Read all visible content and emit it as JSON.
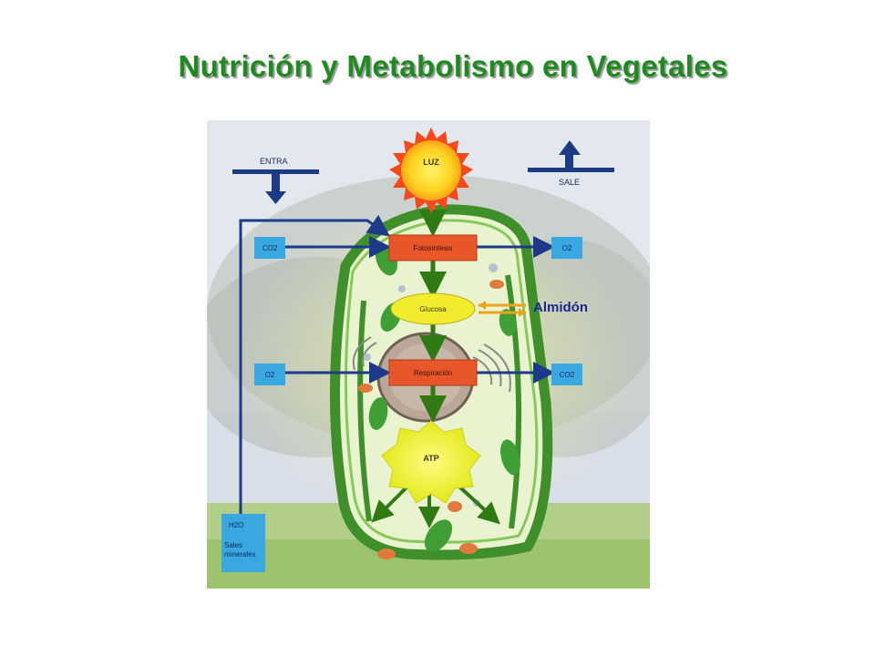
{
  "title": "Nutrición y Metabolismo en Vegetales",
  "figure": {
    "entra_label": "ENTRA",
    "sale_label": "SALE",
    "sun_label": "LUZ",
    "inputs": {
      "co2": "CO2",
      "o2": "O2",
      "h2o": "H2O",
      "sales": "Sales minerales"
    },
    "outputs": {
      "o2": "O2",
      "co2": "CO2"
    },
    "processes": {
      "fotosintesis": "Fotosíntesis",
      "glucosa": "Glucosa",
      "respiracion": "Respiración",
      "atp": "ATP"
    }
  },
  "annotation": {
    "almidon": "Almidón"
  },
  "colors": {
    "title": "#1f8a1f",
    "process_box": "#e8572a",
    "input_box": "#3aa8e0",
    "arrow_blue": "#1d3a8a",
    "arrow_green": "#3a8a1e",
    "annotation": "#1a2a8c"
  }
}
